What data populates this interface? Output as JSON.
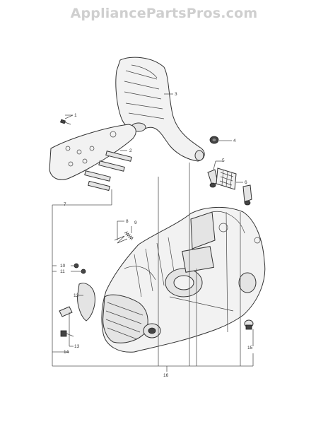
{
  "watermark": "AppliancePartsPros.com",
  "callouts": [
    {
      "id": "1",
      "label": "1"
    },
    {
      "id": "2",
      "label": "2"
    },
    {
      "id": "3",
      "label": "3"
    },
    {
      "id": "4",
      "label": "4"
    },
    {
      "id": "5",
      "label": "5"
    },
    {
      "id": "6",
      "label": "6"
    },
    {
      "id": "7",
      "label": "7"
    },
    {
      "id": "8",
      "label": "8"
    },
    {
      "id": "9",
      "label": "9"
    },
    {
      "id": "10",
      "label": "10"
    },
    {
      "id": "11",
      "label": "11"
    },
    {
      "id": "12",
      "label": "12"
    },
    {
      "id": "13",
      "label": "13"
    },
    {
      "id": "14",
      "label": "14"
    },
    {
      "id": "15",
      "label": "15"
    },
    {
      "id": "16",
      "label": "16"
    }
  ],
  "colors": {
    "watermark": "#cfcfcf",
    "line": "#333333"
  }
}
